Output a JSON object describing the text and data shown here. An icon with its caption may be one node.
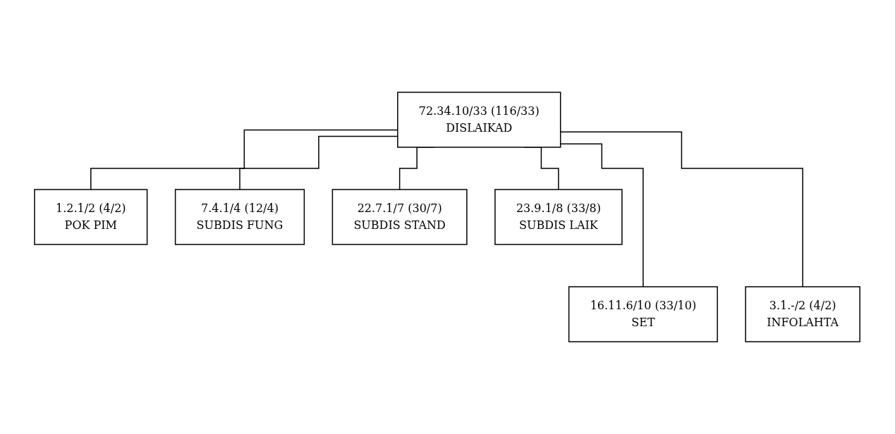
{
  "diagram": {
    "nodes": [
      {
        "text": [
          "72.34.10/33",
          "(116/33)",
          "DISLAIKAD"
        ]
      },
      {
        "text": [
          "1.2.1/2",
          "(4/2)",
          "POK PIM"
        ]
      },
      {
        "text": [
          "7.4.1/4",
          "(12/4)",
          "SUBDIS FUNG"
        ]
      },
      {
        "text": [
          "22.7.1/7",
          "(30/7)",
          "SUBDIS STAND"
        ]
      },
      {
        "text": [
          "23.9.1/8",
          "(33/8)",
          "SUBDIS LAIK"
        ]
      },
      {
        "text": [
          "16.11.6/10",
          "(33/10)",
          "SET"
        ]
      },
      {
        "text": [
          "3.1.-/2",
          "(4/2)",
          "INFOLAHTA"
        ]
      }
    ],
    "edges": [
      {
        "from": 0,
        "to": 1,
        "arrow": "none"
      },
      {
        "from": 0,
        "to": 2,
        "arrow": "none"
      },
      {
        "from": 0,
        "to": 3,
        "arrow": "none"
      },
      {
        "from": 0,
        "to": 4,
        "arrow": "none"
      },
      {
        "from": 0,
        "to": 5,
        "arrow": "none"
      },
      {
        "from": 0,
        "to": 6,
        "arrow": "none"
      }
    ]
  }
}
